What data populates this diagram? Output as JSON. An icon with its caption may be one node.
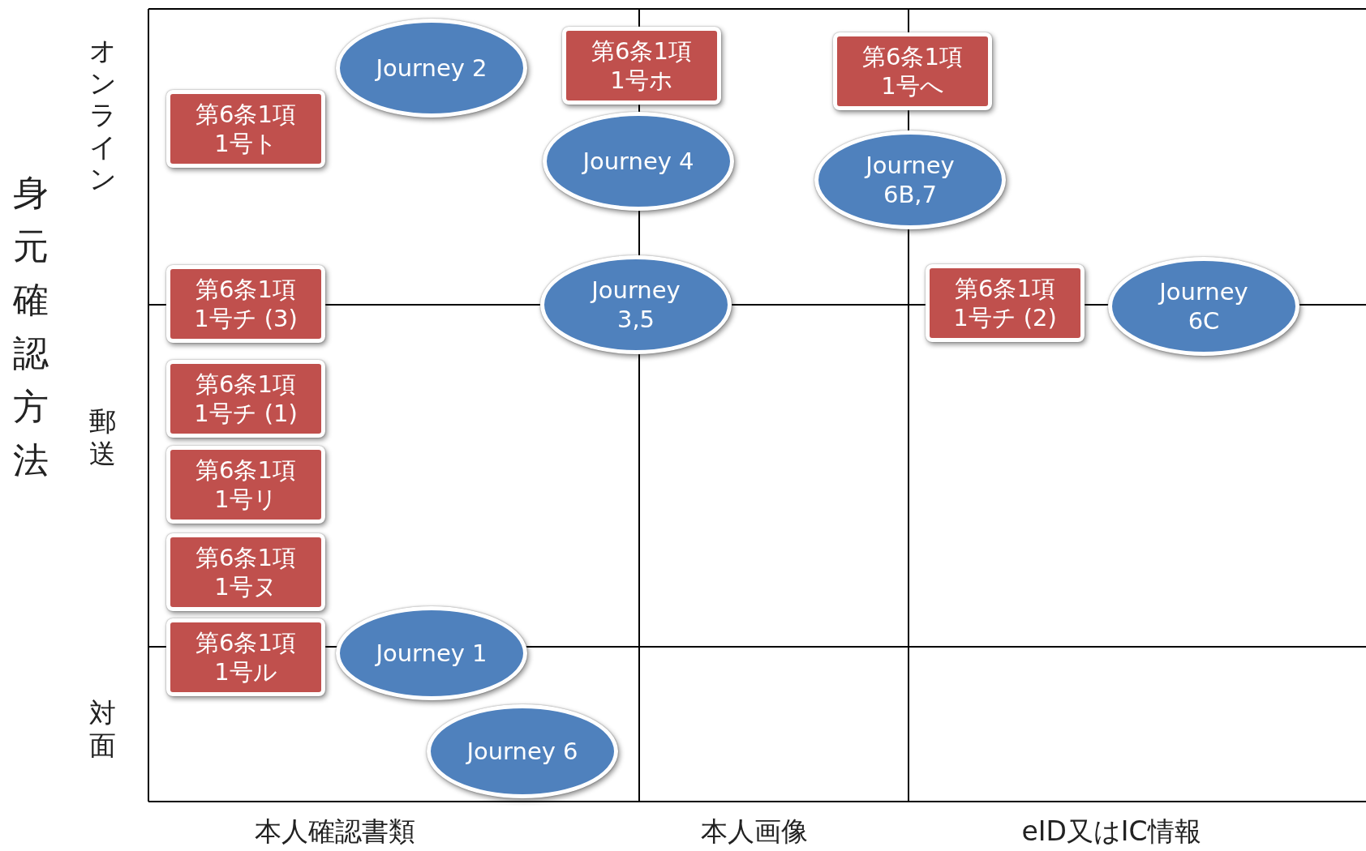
{
  "diagram": {
    "nodes": [
      {
        "text": [
          "第6条1項 1号ホ"
        ]
      },
      {
        "text": [
          "第6条1項 1号へ"
        ]
      },
      {
        "text": [
          "Journey 2"
        ]
      },
      {
        "text": [
          "第6条1項 1号ト"
        ]
      },
      {
        "text": [
          "Journey 4"
        ]
      },
      {
        "text": [
          "Journey 6B,7"
        ]
      },
      {
        "text": [
          "第6条1項 1号チ (3)"
        ]
      },
      {
        "text": [
          "Journey 3,5"
        ]
      },
      {
        "text": [
          "第6条1項 1号チ (2)"
        ]
      },
      {
        "text": [
          "Journey 6C"
        ]
      },
      {
        "text": [
          "第6条1項 1号チ (1)"
        ]
      },
      {
        "text": [
          "第6条1項 1号リ"
        ]
      },
      {
        "text": [
          "第6条1項 1号ヌ"
        ]
      },
      {
        "text": [
          "第6条1項 1号ル"
        ]
      },
      {
        "text": [
          "Journey 1"
        ]
      },
      {
        "text": [
          "Journey 6"
        ]
      }
    ],
    "labels": [
      "身元確認方法",
      "オンライン",
      "郵送",
      "対面",
      "本人確認書類",
      "本人画像",
      "eID又はIC情報"
    ]
  }
}
